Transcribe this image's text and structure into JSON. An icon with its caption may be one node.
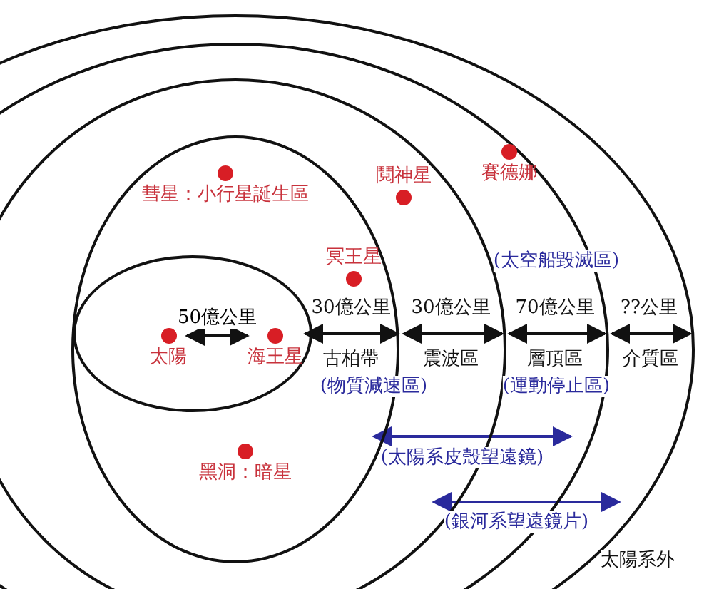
{
  "diagram": {
    "nodes": [
      {
        "text": [],
        "shape": "circle"
      },
      {
        "text": [],
        "shape": "circle",
        "in": 0
      },
      {
        "text": [],
        "shape": "circle",
        "in": 1
      },
      {
        "text": [],
        "shape": "circle",
        "in": 2
      },
      {
        "text": [],
        "shape": "circle",
        "in": 3
      },
      {
        "text": [
          "太陽"
        ],
        "in": 4
      },
      {
        "text": [
          "海王星"
        ],
        "in": 4
      },
      {
        "text": [
          "彗星：小行星誕生區"
        ],
        "in": 3
      },
      {
        "text": [
          "冥王星"
        ],
        "in": 3
      },
      {
        "text": [
          "黑洞：暗星"
        ],
        "in": 3
      },
      {
        "text": [
          "鬩神星"
        ],
        "in": 2
      },
      {
        "text": [
          "賽德娜"
        ],
        "in": 1
      }
    ],
    "edges": [
      {
        "from": 5,
        "to": 6,
        "arrow": "both",
        "label": "50億公里"
      }
    ],
    "labels": [
      "30億公里",
      "古柏帶",
      "(物質減速區)",
      "30億公里",
      "震波區",
      "70億公里",
      "層頂區",
      "(運動停止區)",
      "??公里",
      "介質區",
      "(太空船毀滅區)",
      "(太陽系皮殼望遠鏡)",
      "(銀河系望遠鏡片)",
      "太陽系外"
    ]
  }
}
